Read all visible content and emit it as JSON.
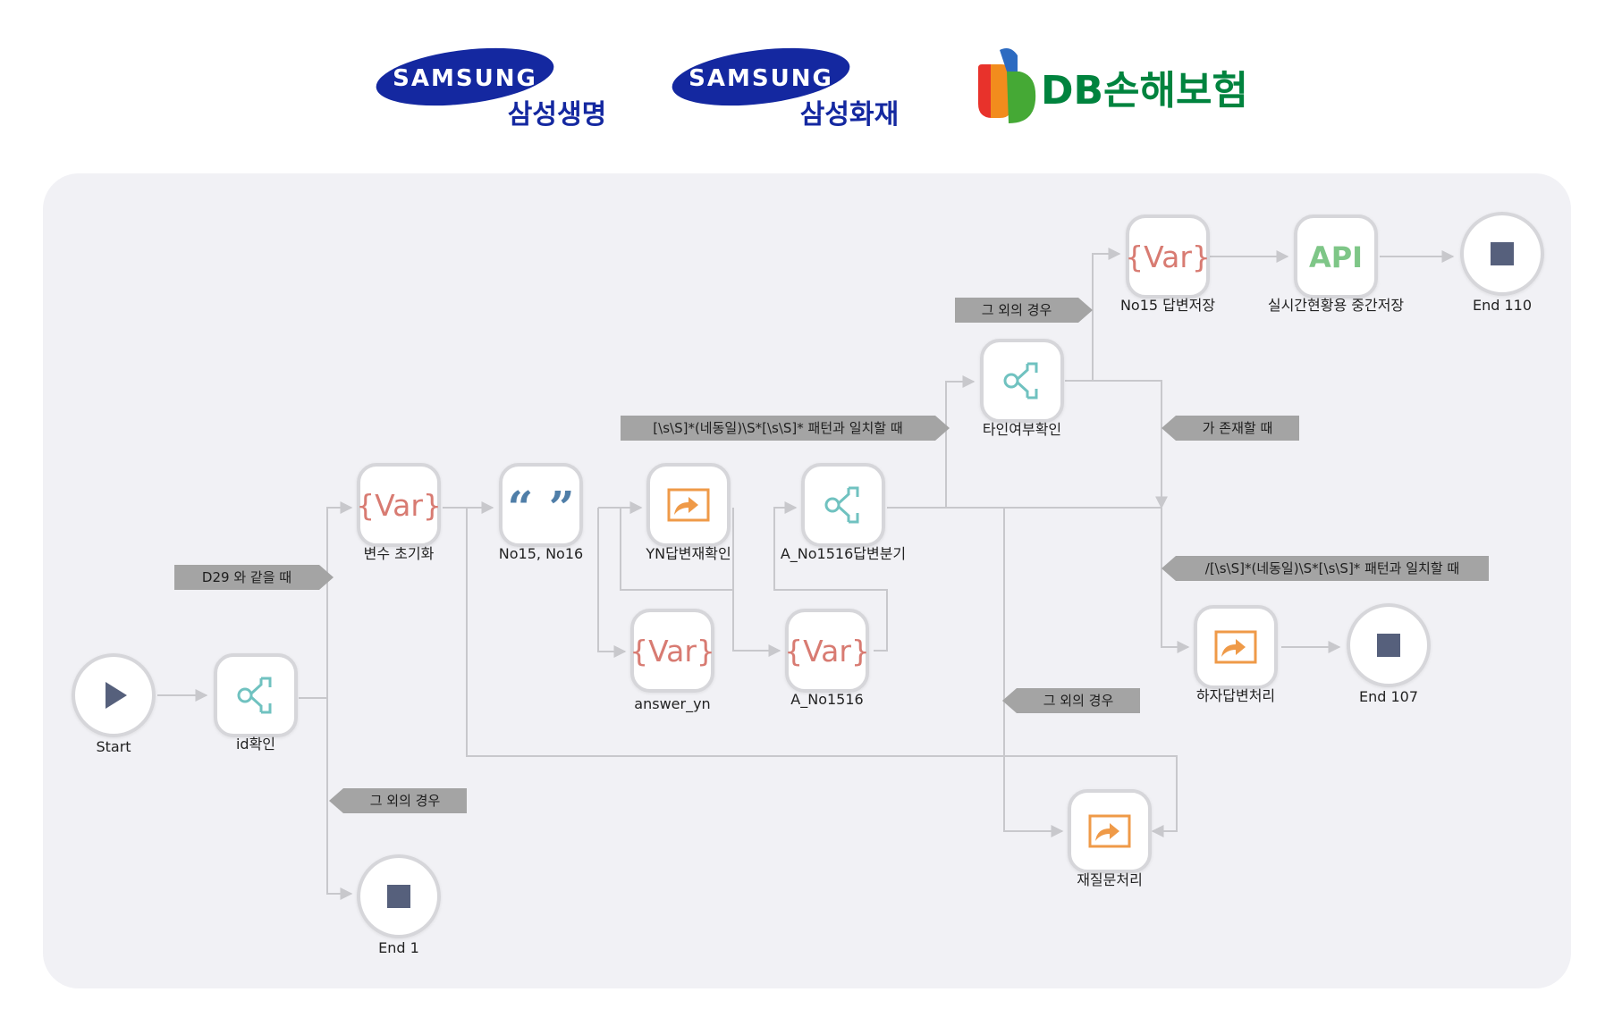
{
  "logos": [
    {
      "brand": "SAMSUNG",
      "sub": "삼성생명"
    },
    {
      "brand": "SAMSUNG",
      "sub": "삼성화재"
    },
    {
      "brand": "DB손해보험"
    }
  ],
  "colors": {
    "samsung_blue": "#1428a0",
    "db_green": "#00833e",
    "connector": "#c8c8cc",
    "condition_bg": "#a4a4a4",
    "var_icon": "#d87b72",
    "api_icon": "#7ec687",
    "branch_icon": "#70c2c0",
    "quote_icon": "#4f7ea8",
    "redirect_icon": "#ef9a48",
    "stop_icon": "#56607c"
  },
  "nodes": [
    {
      "id": "start",
      "kind": "circle",
      "icon": "play-icon",
      "label": "Start"
    },
    {
      "id": "id_check",
      "kind": "rounded",
      "icon": "branch-icon",
      "label": "id확인"
    },
    {
      "id": "var_init",
      "kind": "rounded",
      "icon": "var-icon",
      "icon_text": "{Var}",
      "label": "변수 초기화"
    },
    {
      "id": "no15_no16",
      "kind": "rounded",
      "icon": "quote-icon",
      "icon_text": "“ ”",
      "label": "No15, No16"
    },
    {
      "id": "yn_recheck",
      "kind": "rounded",
      "icon": "redirect-icon",
      "label": "YN답변재확인"
    },
    {
      "id": "answer_yn",
      "kind": "rounded",
      "icon": "var-icon",
      "icon_text": "{Var}",
      "label": "answer_yn"
    },
    {
      "id": "a_no1516_branch",
      "kind": "rounded",
      "icon": "branch-icon",
      "label": "A_No1516답변분기"
    },
    {
      "id": "a_no1516",
      "kind": "rounded",
      "icon": "var-icon",
      "icon_text": "{Var}",
      "label": "A_No1516"
    },
    {
      "id": "other_person_check",
      "kind": "rounded",
      "icon": "branch-icon",
      "label": "타인여부확인"
    },
    {
      "id": "no15_save",
      "kind": "rounded",
      "icon": "var-icon",
      "icon_text": "{Var}",
      "label": "No15 답변저장"
    },
    {
      "id": "realtime_save",
      "kind": "rounded",
      "icon": "api-icon",
      "icon_text": "API",
      "label": "실시간현황용 중간저장"
    },
    {
      "id": "end110",
      "kind": "circle",
      "icon": "stop-icon",
      "label": "End 110"
    },
    {
      "id": "defect_answer",
      "kind": "rounded",
      "icon": "redirect-icon",
      "label": "하자답변처리"
    },
    {
      "id": "end107",
      "kind": "circle",
      "icon": "stop-icon",
      "label": "End 107"
    },
    {
      "id": "requery",
      "kind": "rounded",
      "icon": "redirect-icon",
      "label": "재질문처리"
    },
    {
      "id": "end1",
      "kind": "circle",
      "icon": "stop-icon",
      "label": "End 1"
    }
  ],
  "conditions": [
    {
      "id": "c_d29",
      "text": "D29 와 같을 때",
      "dir": "right"
    },
    {
      "id": "c_else1",
      "text": "그 외의 경우",
      "dir": "left"
    },
    {
      "id": "c_pattern1",
      "text": "[\\s\\S]*(네동일)\\S*[\\s\\S]* 패턴과 일치할 때",
      "dir": "right"
    },
    {
      "id": "c_else_top",
      "text": "그 외의 경우",
      "dir": "right"
    },
    {
      "id": "c_exists",
      "text": "가 존재할 때",
      "dir": "left"
    },
    {
      "id": "c_pattern2",
      "text": "/[\\s\\S]*(네동일)\\S*[\\s\\S]* 패턴과 일치할 때",
      "dir": "left"
    },
    {
      "id": "c_else_mid",
      "text": "그 외의 경우",
      "dir": "left"
    }
  ]
}
